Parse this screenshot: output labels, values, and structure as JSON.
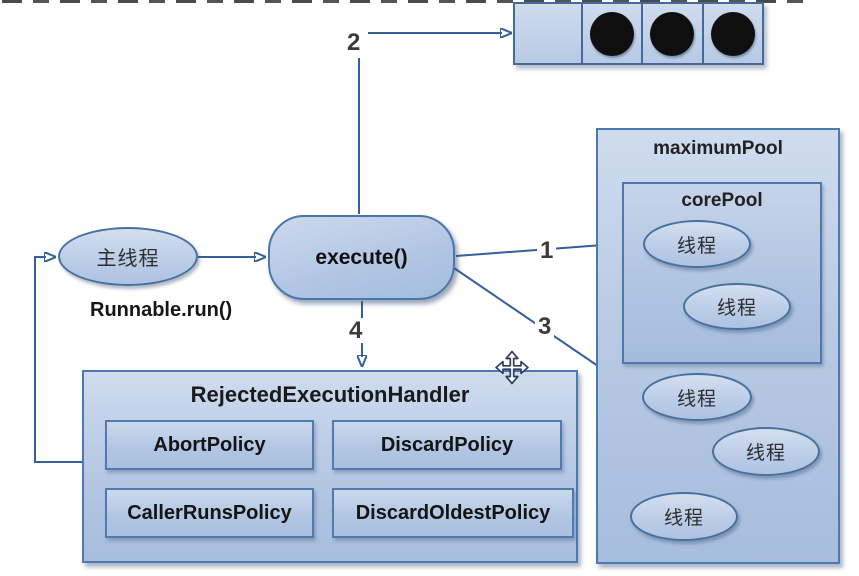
{
  "colors": {
    "node_border": "#4d79ae",
    "node_fill_light": "#cfdcee",
    "node_fill_dark": "#a7bddd",
    "arrow": "#35619b",
    "text": "#1f1f1f",
    "task_dot": "#0f0f0f"
  },
  "main_thread": {
    "label": "主线程"
  },
  "runnable": {
    "label": "Runnable.run()"
  },
  "execute": {
    "label": "execute()"
  },
  "queue": {
    "cells": 4,
    "filled": 3
  },
  "pools": {
    "maximum": {
      "title": "maximumPool"
    },
    "core": {
      "title": "corePool"
    },
    "core_threads": [
      "线程",
      "线程"
    ],
    "extra_threads": [
      "线程",
      "线程",
      "线程"
    ]
  },
  "handler": {
    "title": "RejectedExecutionHandler",
    "policies": [
      "AbortPolicy",
      "DiscardPolicy",
      "CallerRunsPolicy",
      "DiscardOldestPolicy"
    ]
  },
  "arrow_labels": {
    "to_core_pool": "1",
    "to_queue": "2",
    "to_max_pool": "3",
    "to_handler": "4"
  }
}
